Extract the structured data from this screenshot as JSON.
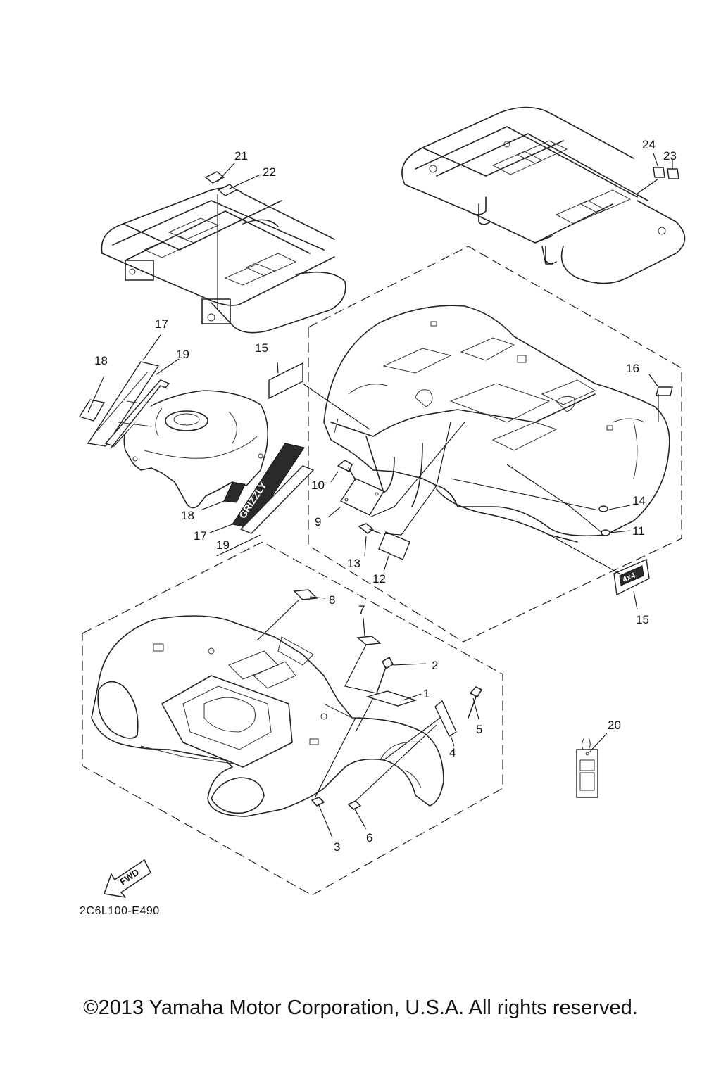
{
  "callouts": {
    "c1": "1",
    "c2": "2",
    "c3": "3",
    "c4": "4",
    "c5": "5",
    "c6": "6",
    "c7": "7",
    "c8": "8",
    "c9": "9",
    "c10": "10",
    "c11": "11",
    "c12": "12",
    "c13": "13",
    "c14": "14",
    "c15a": "15",
    "c15b": "15",
    "c16": "16",
    "c17a": "17",
    "c17b": "17",
    "c18a": "18",
    "c18b": "18",
    "c19a": "19",
    "c19b": "19",
    "c20": "20",
    "c21": "21",
    "c22": "22",
    "c23": "23",
    "c24": "24"
  },
  "fwd_label": "FWD",
  "diagram_code": "2C6L100-E490",
  "copyright": "©2013 Yamaha Motor Corporation, U.S.A. All rights reserved.",
  "decal_text": {
    "grizzly": "GRIZZLY",
    "badge_4x4": "4x4"
  }
}
